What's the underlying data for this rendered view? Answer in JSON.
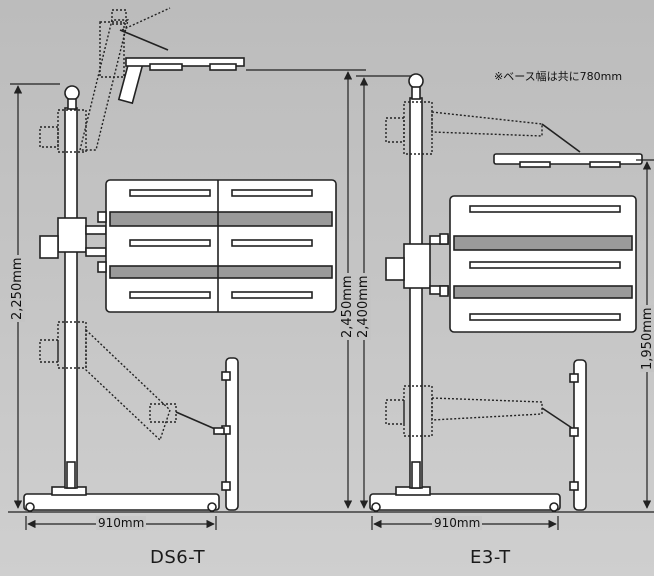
{
  "note": "※ベース幅は共に780mm",
  "models": {
    "left": {
      "name": "DS6-T",
      "height_min": "2,250mm",
      "height_max": "2,450mm",
      "width": "910mm"
    },
    "right": {
      "name": "E3-T",
      "height_max": "2,400mm",
      "height_min": "1,950mm",
      "width": "910mm"
    }
  },
  "colors": {
    "line": "#222222",
    "fill": "#ffffff",
    "shade": "#9a9a9a"
  }
}
